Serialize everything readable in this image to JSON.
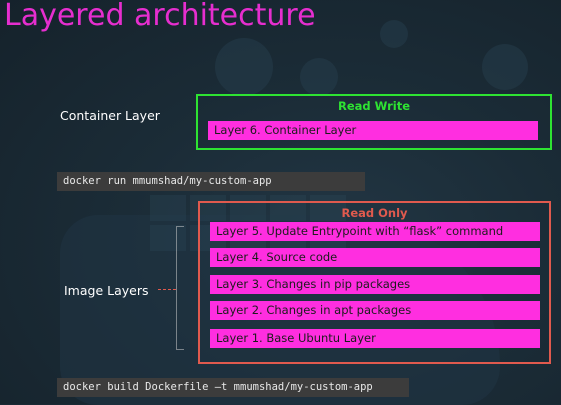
{
  "title": "Layered architecture",
  "labels": {
    "container_layer": "Container Layer",
    "image_layers": "Image Layers"
  },
  "read_write_group": {
    "heading": "Read Write",
    "color": "#2ee332",
    "layers": [
      "Layer 6. Container Layer"
    ]
  },
  "read_only_group": {
    "heading": "Read Only",
    "color": "#e05a4e",
    "layers": [
      "Layer 5. Update Entrypoint with “flask” command",
      "Layer 4. Source code",
      "Layer 3. Changes in pip packages",
      "Layer 2. Changes in apt packages",
      "Layer 1. Base Ubuntu Layer"
    ]
  },
  "commands": {
    "run": "docker run mmumshad/my-custom-app",
    "build": "docker build Dockerfile –t mmumshad/my-custom-app"
  },
  "colors": {
    "title": "#e62ecf",
    "layer_fill": "#ff2ee0",
    "command_background": "#3c3c3c",
    "background": "#1a2a35"
  },
  "background_graphic": "docker-whale-watermark"
}
